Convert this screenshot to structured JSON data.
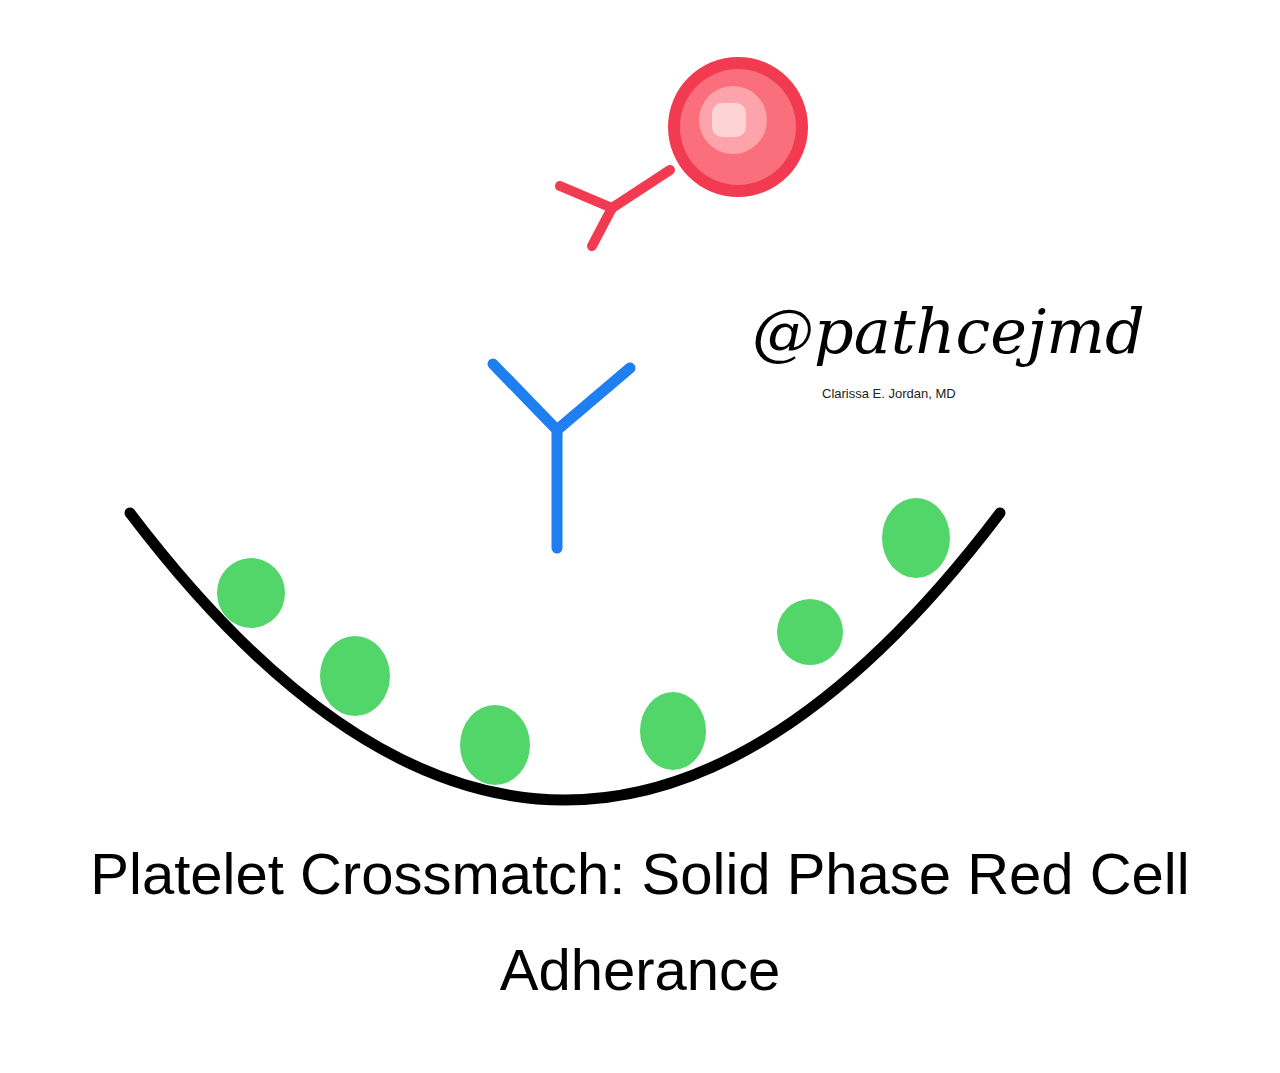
{
  "diagram": {
    "title": "Platelet Crossmatch: Solid Phase Red Cell Adherance",
    "labels": [
      "@pathcejmd",
      "Clarissa E. Jordan, MD"
    ]
  }
}
